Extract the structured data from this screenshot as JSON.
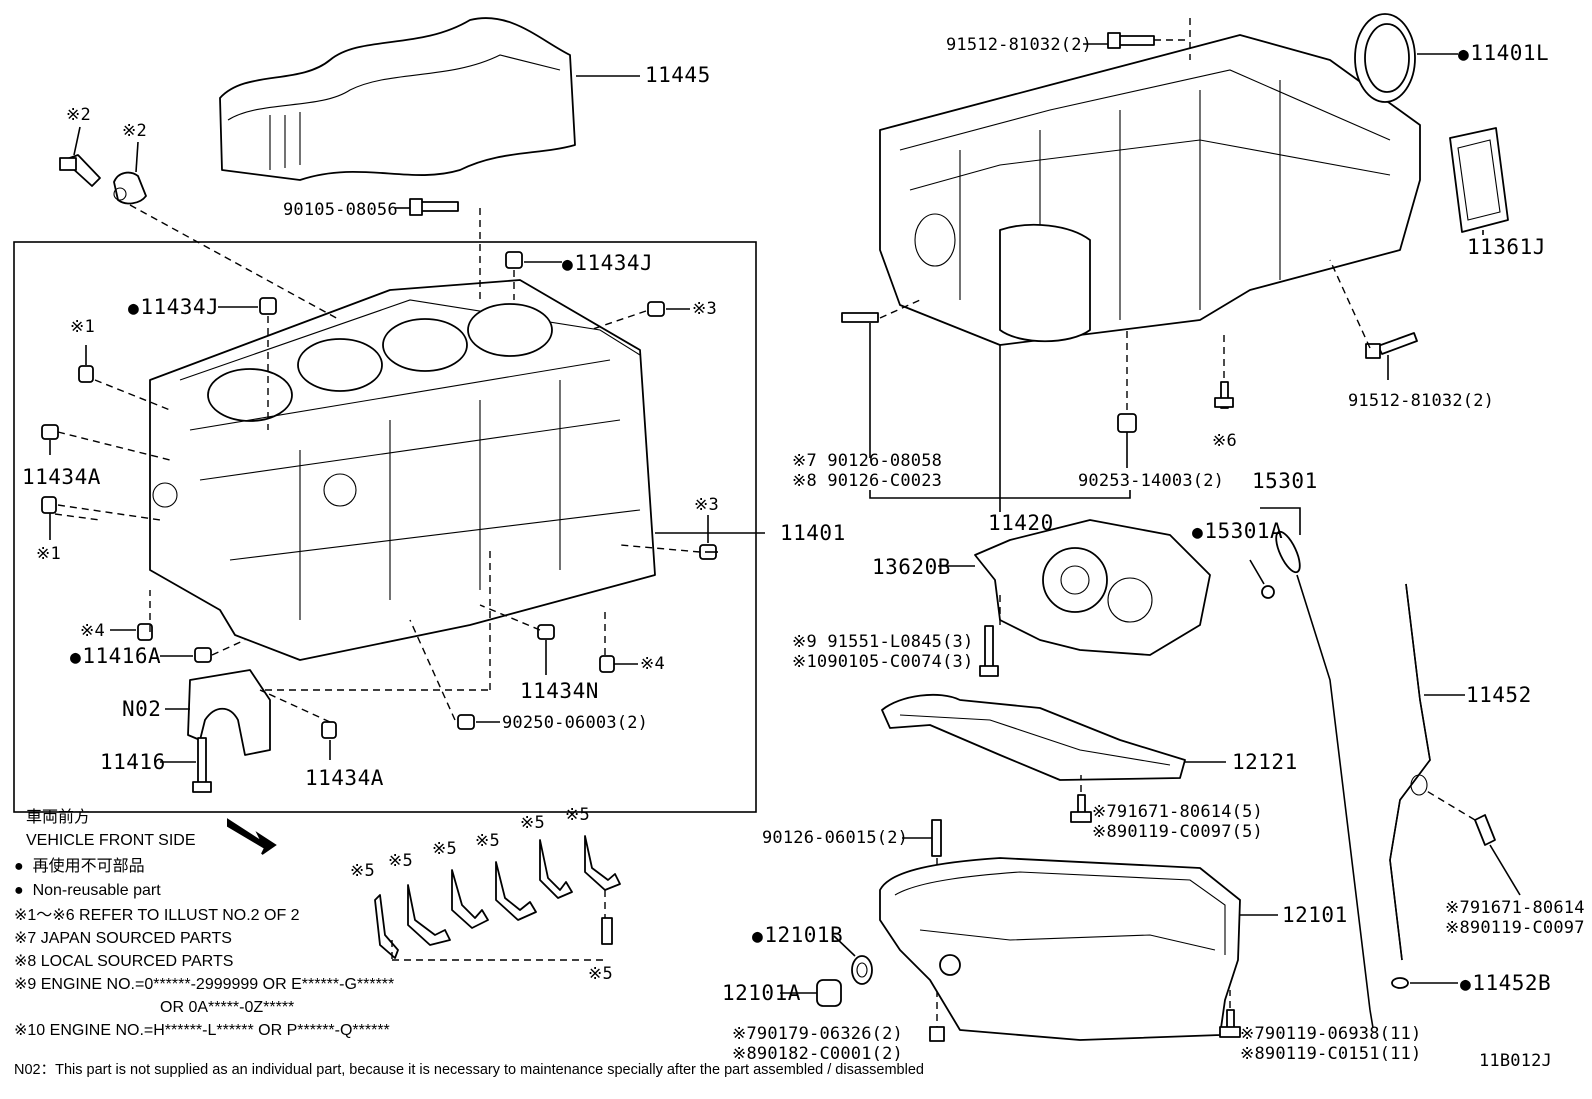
{
  "labels": {
    "p11445": "11445",
    "p11401L": "11401L",
    "p91512_top": "91512-81032(2)",
    "p90105_08056": "90105-08056",
    "p11434J_a": "11434J",
    "p11434J_b": "11434J",
    "p11361J": "11361J",
    "p91512_right": "91512-81032(2)",
    "p90126_08058": "※7 90126-08058",
    "p90126_C0023": "※8 90126-C0023",
    "p90253": "90253-14003(2)",
    "p15301": "15301",
    "p15301A": "15301A",
    "p11420": "11420",
    "p13620B": "13620B",
    "p91551": "※9  91551-L0845(3)",
    "p90105_C0074": "※1090105-C0074(3)",
    "p11401": "11401",
    "p11434A_left": "11434A",
    "p11416A": "11416A",
    "p11434N": "11434N",
    "pN02": "N02",
    "p90250": "90250-06003(2)",
    "p11416": "11416",
    "p11434A_bottom": "11434A",
    "p11452": "11452",
    "p12121": "12121",
    "p91671_5": "※791671-80614(5)",
    "p90119_C0097_5": "※890119-C0097(5)",
    "p90126_06015": "90126-06015(2)",
    "p12101": "12101",
    "p12101B": "12101B",
    "p12101A": "12101A",
    "p91671_r": "※791671-80614",
    "p90119_C0097_r": "※890119-C0097",
    "p11452B": "11452B",
    "p90179": "※790179-06326(2)",
    "p90182": "※890182-C0001(2)",
    "p90119_06938": "※790119-06938(11)",
    "p90119_C0151": "※890119-C0151(11)"
  },
  "refmarks": {
    "r2a": "※2",
    "r2b": "※2",
    "r3a": "※3",
    "r3b": "※3",
    "r1a": "※1",
    "r1b": "※1",
    "r4a": "※4",
    "r4b": "※4",
    "r6": "※6",
    "r5a": "※5",
    "r5b": "※5",
    "r5c": "※5",
    "r5d": "※5",
    "r5e": "※5",
    "r5f": "※5",
    "r5g": "※5"
  },
  "legend": {
    "front_jp": "車両前方",
    "front_en": "VEHICLE FRONT SIDE",
    "nonreuse_jp": "再使用不可部品",
    "nonreuse_en": "Non-reusable part",
    "line1": "※1～※6  REFER TO ILLUST NO.2 OF 2",
    "line7": "※7 JAPAN SOURCED PARTS",
    "line8": "※8 LOCAL SOURCED PARTS",
    "line9": "※9 ENGINE NO.=0******-2999999 OR E******-G******",
    "line9b": "OR 0A*****-0Z*****",
    "line10": "※10 ENGINE NO.=H******-L****** OR P******-Q******"
  },
  "footnote": "N02：This part is not supplied as an individual part, because it is necessary to maintenance specially after the part assembled / disassembled",
  "illustration_code": "11B012J"
}
